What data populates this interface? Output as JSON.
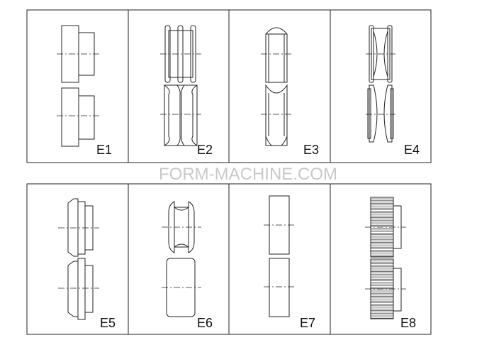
{
  "watermark": "FORM-MACHINE.COM",
  "colors": {
    "line": "#222222",
    "watermark": "#c9c9c9",
    "background": "#ffffff"
  },
  "panels": [
    {
      "id": "E1",
      "label": "E1"
    },
    {
      "id": "E2",
      "label": "E2"
    },
    {
      "id": "E3",
      "label": "E3"
    },
    {
      "id": "E4",
      "label": "E4"
    },
    {
      "id": "E5",
      "label": "E5"
    },
    {
      "id": "E6",
      "label": "E6"
    },
    {
      "id": "E7",
      "label": "E7"
    },
    {
      "id": "E8",
      "label": "E8"
    }
  ]
}
